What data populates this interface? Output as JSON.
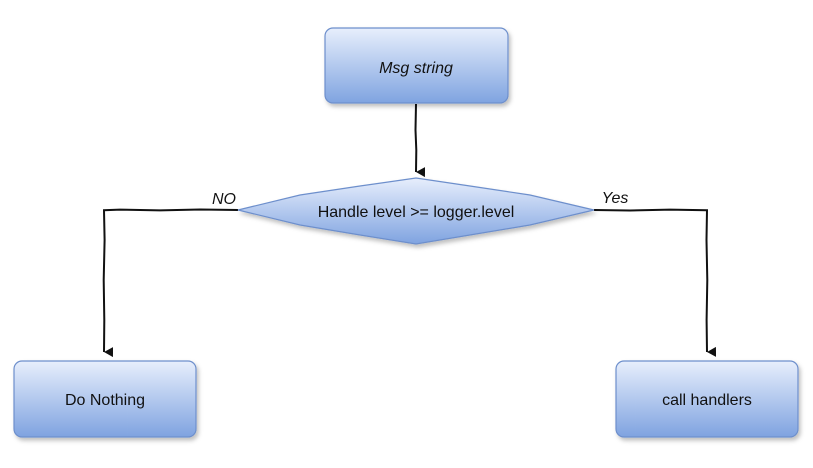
{
  "diagram": {
    "nodes": {
      "msg": {
        "label": "Msg string"
      },
      "decision": {
        "label": "Handle level >= logger.level"
      },
      "nothing": {
        "label": "Do Nothing"
      },
      "handlers": {
        "label": "call handlers"
      }
    },
    "edges": {
      "no": {
        "label": "NO"
      },
      "yes": {
        "label": "Yes"
      }
    }
  },
  "colors": {
    "node_fill_top": "#e4ecfb",
    "node_fill_bottom": "#7ea3e2",
    "node_stroke": "#6d8fcc",
    "edge": "#111111"
  }
}
